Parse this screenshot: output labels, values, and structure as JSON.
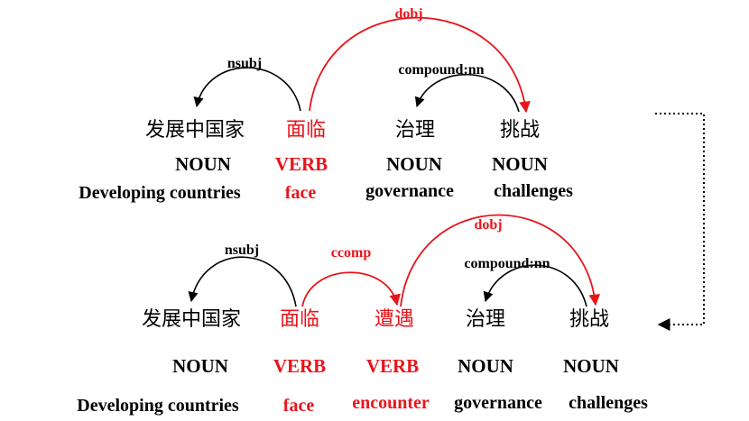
{
  "colors": {
    "highlight": "#e8141b",
    "normal": "#000000"
  },
  "top": {
    "words": [
      {
        "zh": "发展中国家",
        "pos": "NOUN",
        "en": "Developing countries",
        "highlight": false
      },
      {
        "zh": "面临",
        "pos": "VERB",
        "en": "face",
        "highlight": true
      },
      {
        "zh": "治理",
        "pos": "NOUN",
        "en": "governance",
        "highlight": false
      },
      {
        "zh": "挑战",
        "pos": "NOUN",
        "en": "challenges",
        "highlight": false
      }
    ],
    "arcs": [
      {
        "label": "nsubj",
        "from": 1,
        "to": 0,
        "highlight": false
      },
      {
        "label": "dobj",
        "from": 1,
        "to": 3,
        "highlight": true
      },
      {
        "label": "compound:nn",
        "from": 3,
        "to": 2,
        "highlight": false
      }
    ]
  },
  "bottom": {
    "words": [
      {
        "zh": "发展中国家",
        "pos": "NOUN",
        "en": "Developing countries",
        "highlight": false
      },
      {
        "zh": "面临",
        "pos": "VERB",
        "en": "face",
        "highlight": true
      },
      {
        "zh": "遭遇",
        "pos": "VERB",
        "en": "encounter",
        "highlight": true
      },
      {
        "zh": "治理",
        "pos": "NOUN",
        "en": "governance",
        "highlight": false
      },
      {
        "zh": "挑战",
        "pos": "NOUN",
        "en": "challenges",
        "highlight": false
      }
    ],
    "arcs": [
      {
        "label": "nsubj",
        "from": 1,
        "to": 0,
        "highlight": false
      },
      {
        "label": "ccomp",
        "from": 1,
        "to": 2,
        "highlight": true
      },
      {
        "label": "dobj",
        "from": 2,
        "to": 4,
        "highlight": true
      },
      {
        "label": "compound:nn",
        "from": 4,
        "to": 3,
        "highlight": false
      }
    ]
  }
}
